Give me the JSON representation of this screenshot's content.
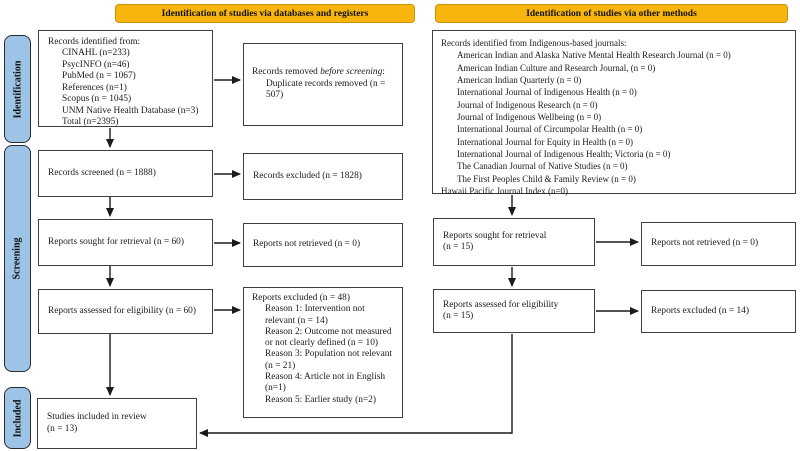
{
  "colors": {
    "header_fill": "#F8B50D",
    "header_border": "#C9910A",
    "stage_fill": "#9DC3E6",
    "box_border": "#3F3F3F",
    "arrow": "#1A1A1A"
  },
  "headers": {
    "databases": "Identification of studies via databases and registers",
    "other": "Identification of studies via other methods"
  },
  "stages": [
    {
      "label": "Identification"
    },
    {
      "label": "Screening"
    },
    {
      "label": "Included"
    }
  ],
  "left": {
    "records_identified": {
      "title": "Records identified from:",
      "items": [
        "CINAHL (n=233)",
        "PsycINFO (n=46)",
        "PubMed (n = 1067)",
        "References (n=1)",
        "Scopus (n = 1045)",
        "UNM Native Health Database (n=3)",
        "Total (n=2395)"
      ]
    },
    "records_removed": {
      "title_prefix": "Records removed ",
      "title_italic": "before screening",
      "title_suffix": ":",
      "items": [
        "Duplicate records removed (n = 507)"
      ]
    },
    "records_screened": "Records screened (n = 1888)",
    "records_excluded": "Records excluded (n = 1828)",
    "reports_sought": "Reports sought for retrieval (n = 60)",
    "reports_not_retrieved": "Reports not retrieved (n = 0)",
    "reports_assessed": "Reports assessed for eligibility (n = 60)",
    "reports_excluded": {
      "title": "Reports excluded (n = 48)",
      "items": [
        "Reason 1: Intervention not relevant (n = 14)",
        "Reason 2: Outcome not measured or not clearly defined (n = 10)",
        "Reason 3: Population not relevant (n = 21)",
        "Reason 4: Article not in English (n=1)",
        "Reason 5: Earlier study (n=2)"
      ]
    },
    "studies_included": {
      "line1": "Studies included in review",
      "line2": "(n = 13)"
    }
  },
  "right": {
    "records_identified": {
      "title": "Records identified from Indigenous-based journals:",
      "items": [
        "American Indian and Alaska Native Mental Health Research Journal (n = 0)",
        "American Indian Culture and Research Journal, (n = 0)",
        "American Indian Quarterly (n = 0)",
        "International Journal of Indigenous Health (n = 0)",
        "Journal of Indigenous Research (n = 0)",
        "Journal of Indigenous Wellbeing (n = 0)",
        "International Journal of Circumpolar Health (n = 0)",
        "International Journal for Equity in Health (n = 0)",
        "International Journal of Indigenous Health; Victoria (n = 0)",
        "The Canadian Journal of Native Studies (n = 0)",
        "The First Peoples Child & Family Review (n = 0)"
      ],
      "footer": "Hawaii Pacific Journal Index (n=0)"
    },
    "reports_sought": {
      "line1": "Reports sought for retrieval",
      "line2": "(n = 15)"
    },
    "reports_not_retrieved": "Reports not retrieved (n = 0)",
    "reports_assessed": {
      "line1": "Reports assessed for eligibility",
      "line2": "(n = 15)"
    },
    "reports_excluded": "Reports excluded (n = 14)"
  }
}
